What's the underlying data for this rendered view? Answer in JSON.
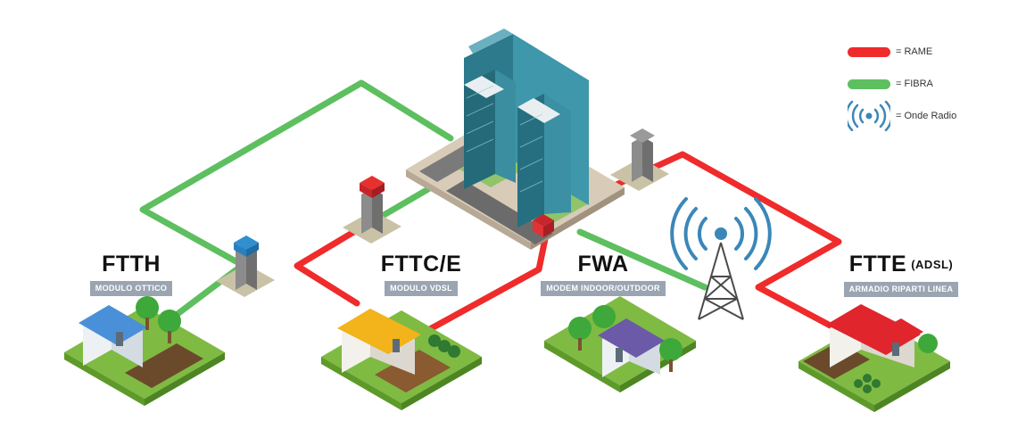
{
  "colors": {
    "rame": "#ef2b2b",
    "fibra": "#5dbf5f",
    "radio": "#3b87b8"
  },
  "legend": {
    "rame": "= RAME",
    "fibra": "= FIBRA",
    "radio": "= Onde Radio"
  },
  "nodes": {
    "ftth": {
      "title": "FTTH",
      "badge": "MODULO OTTICO",
      "roof_color": "#4a90d9"
    },
    "fttc": {
      "title": "FTTC/E",
      "badge": "MODULO VDSL",
      "roof_color": "#f2b31b"
    },
    "fwa": {
      "title": "FWA",
      "badge": "MODEM INDOOR/OUTDOOR",
      "roof_color": "#6a5aa8"
    },
    "ftte": {
      "title": "FTTE",
      "note": "(ADSL)",
      "badge": "ARMADIO RIPARTI LINEA",
      "roof_color": "#e0252c"
    }
  },
  "icons": {
    "radio_waves": "radio-waves-icon",
    "antenna": "antenna-tower-icon",
    "central_office": "office-building-icon",
    "cabinet": "street-cabinet-icon",
    "house": "house-icon"
  }
}
